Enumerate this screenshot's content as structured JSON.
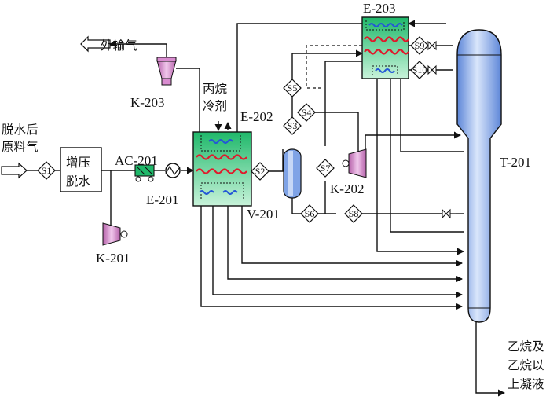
{
  "labels": {
    "feed_line1": "脱水后",
    "feed_line2": "原料气",
    "unit_line1": "增压",
    "unit_line2": "脱水",
    "export_gas": "外输气",
    "refrigerant_line1": "丙烷",
    "refrigerant_line2": "冷剂",
    "product_line1": "乙烷及",
    "product_line2": "乙烷以",
    "product_line3": "上凝液"
  },
  "equipment": {
    "k201": "K-201",
    "k202": "K-202",
    "k203": "K-203",
    "ac201": "AC-201",
    "e201": "E-201",
    "e202": "E-202",
    "e203": "E-203",
    "v201": "V-201",
    "t201": "T-201"
  },
  "streams": [
    "S1",
    "S2",
    "S3",
    "S4",
    "S5",
    "S6",
    "S7",
    "S8",
    "S9",
    "S10"
  ],
  "colors": {
    "cold_box_top": "#1fb86a",
    "cold_box_bottom": "#c8f3da",
    "hot_coil": "#e0192b",
    "cold_coil": "#2457d6",
    "compressor": "#d98cd0",
    "column": "#8fb3ee",
    "separator": "#7fa3e6",
    "cooler": "#1fb86a"
  }
}
